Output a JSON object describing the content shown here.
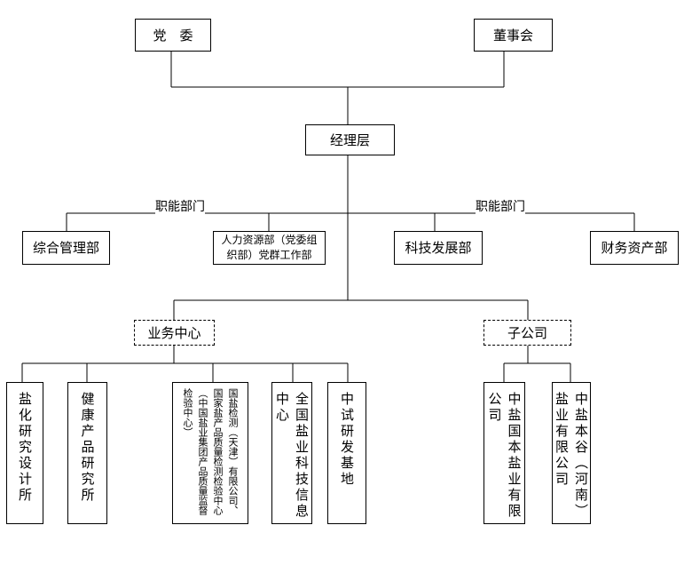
{
  "top": {
    "party": "党　委",
    "board": "董事会"
  },
  "management": "经理层",
  "functional_label_left": "职能部门",
  "functional_label_right": "职能部门",
  "departments": {
    "general": "综合管理部",
    "hr": "人力资源部（党委组织部）党群工作部",
    "tech": "科技发展部",
    "finance": "财务资产部"
  },
  "business_center": "业务中心",
  "subsidiaries": "子公司",
  "units": {
    "salt_research": "盐化研究设计所",
    "health_research": "健康产品研究所",
    "quality_inspection": "国盐检测（天津）有限公司、国家盐产品质量检测检验中心（中国盐业集团产品质量监督检验中心）",
    "info_center": "全国盐业科技信息中心",
    "rd_base": "中试研发基地",
    "cnsalt_co": "中盐国本盐业有限公司",
    "benggu_co": "中盐本谷（河南）盐业有限公司"
  }
}
